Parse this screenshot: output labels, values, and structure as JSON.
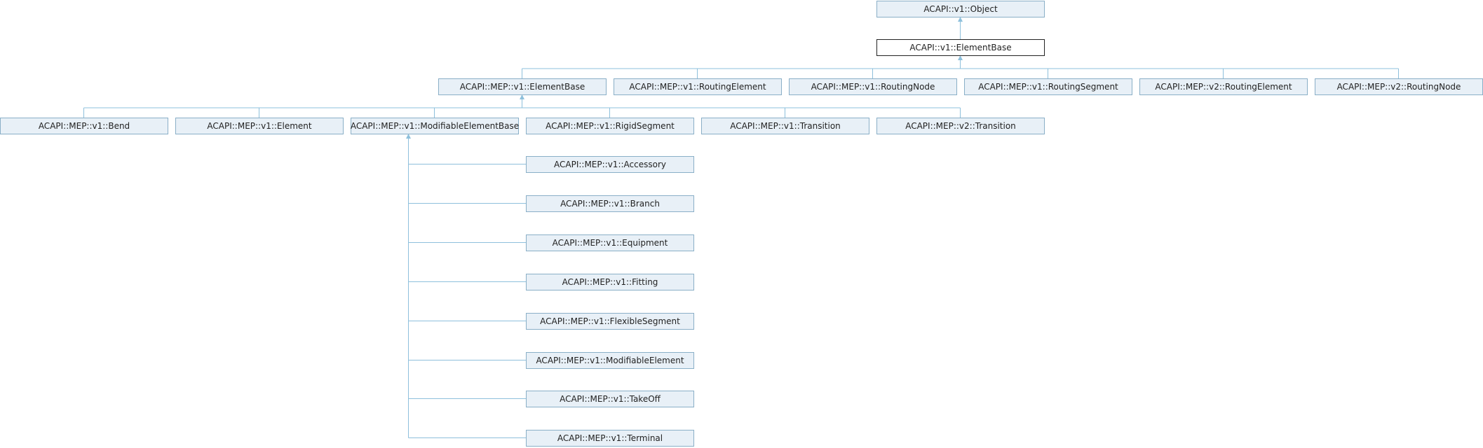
{
  "diagram": {
    "type": "class-inheritance",
    "nodes": [
      {
        "id": "obj",
        "label": "ACAPI::v1::Object"
      },
      {
        "id": "eb",
        "label": "ACAPI::v1::ElementBase",
        "current": true
      },
      {
        "id": "mepeb",
        "label": "ACAPI::MEP::v1::ElementBase"
      },
      {
        "id": "re1",
        "label": "ACAPI::MEP::v1::RoutingElement"
      },
      {
        "id": "rn1",
        "label": "ACAPI::MEP::v1::RoutingNode"
      },
      {
        "id": "rs1",
        "label": "ACAPI::MEP::v1::RoutingSegment"
      },
      {
        "id": "re2",
        "label": "ACAPI::MEP::v2::RoutingElement"
      },
      {
        "id": "rn2",
        "label": "ACAPI::MEP::v2::RoutingNode"
      },
      {
        "id": "bend",
        "label": "ACAPI::MEP::v1::Bend"
      },
      {
        "id": "elem",
        "label": "ACAPI::MEP::v1::Element"
      },
      {
        "id": "meb",
        "label": "ACAPI::MEP::v1::ModifiableElementBase"
      },
      {
        "id": "rig",
        "label": "ACAPI::MEP::v1::RigidSegment"
      },
      {
        "id": "tr1",
        "label": "ACAPI::MEP::v1::Transition"
      },
      {
        "id": "tr2",
        "label": "ACAPI::MEP::v2::Transition"
      },
      {
        "id": "acc",
        "label": "ACAPI::MEP::v1::Accessory"
      },
      {
        "id": "branch",
        "label": "ACAPI::MEP::v1::Branch"
      },
      {
        "id": "equip",
        "label": "ACAPI::MEP::v1::Equipment"
      },
      {
        "id": "fit",
        "label": "ACAPI::MEP::v1::Fitting"
      },
      {
        "id": "flex",
        "label": "ACAPI::MEP::v1::FlexibleSegment"
      },
      {
        "id": "model",
        "label": "ACAPI::MEP::v1::ModifiableElement"
      },
      {
        "id": "take",
        "label": "ACAPI::MEP::v1::TakeOff"
      },
      {
        "id": "term",
        "label": "ACAPI::MEP::v1::Terminal"
      }
    ],
    "edges": [
      {
        "from": "eb",
        "to": "obj"
      },
      {
        "from": "mepeb",
        "to": "eb"
      },
      {
        "from": "re1",
        "to": "eb"
      },
      {
        "from": "rn1",
        "to": "eb"
      },
      {
        "from": "rs1",
        "to": "eb"
      },
      {
        "from": "re2",
        "to": "eb"
      },
      {
        "from": "rn2",
        "to": "eb"
      },
      {
        "from": "bend",
        "to": "mepeb"
      },
      {
        "from": "elem",
        "to": "mepeb"
      },
      {
        "from": "meb",
        "to": "mepeb"
      },
      {
        "from": "rig",
        "to": "mepeb"
      },
      {
        "from": "tr1",
        "to": "mepeb"
      },
      {
        "from": "tr2",
        "to": "mepeb"
      },
      {
        "from": "acc",
        "to": "meb"
      },
      {
        "from": "branch",
        "to": "meb"
      },
      {
        "from": "equip",
        "to": "meb"
      },
      {
        "from": "fit",
        "to": "meb"
      },
      {
        "from": "flex",
        "to": "meb"
      },
      {
        "from": "model",
        "to": "meb"
      },
      {
        "from": "take",
        "to": "meb"
      },
      {
        "from": "term",
        "to": "meb"
      }
    ]
  },
  "colors": {
    "node_fill": "#e8f0f7",
    "node_border": "#8aafc7",
    "current_fill": "#ffffff",
    "current_border": "#222222",
    "edge": "#8ec0dc",
    "text": "#222222"
  }
}
